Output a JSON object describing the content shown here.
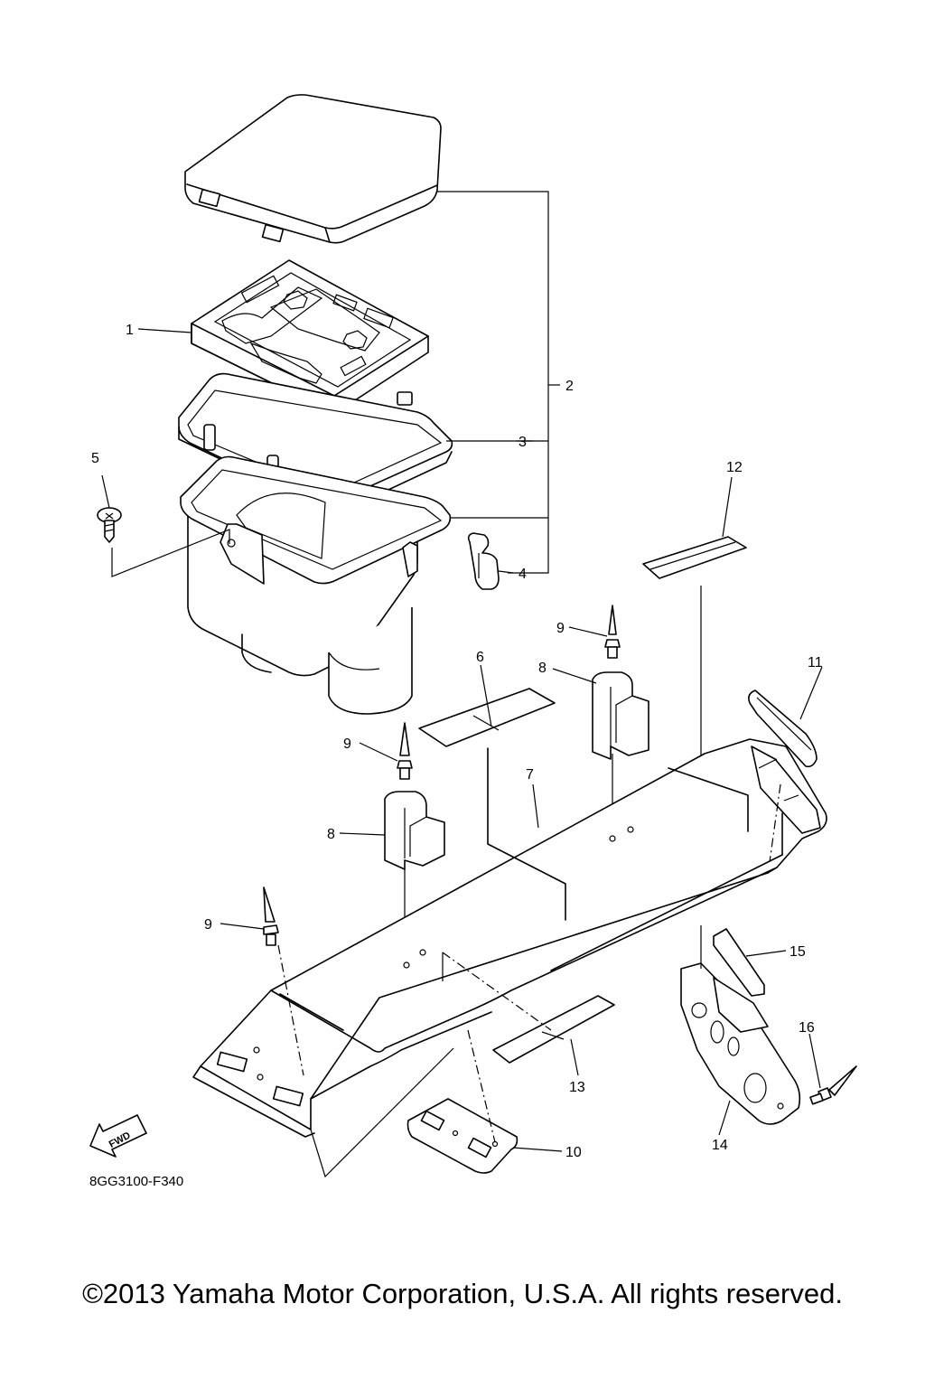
{
  "diagram": {
    "callouts": [
      {
        "id": "1",
        "label": "1"
      },
      {
        "id": "2",
        "label": "2"
      },
      {
        "id": "3",
        "label": "3"
      },
      {
        "id": "4",
        "label": "4"
      },
      {
        "id": "5",
        "label": "5"
      },
      {
        "id": "6",
        "label": "6"
      },
      {
        "id": "7",
        "label": "7"
      },
      {
        "id": "8a",
        "label": "8"
      },
      {
        "id": "8b",
        "label": "8"
      },
      {
        "id": "9a",
        "label": "9"
      },
      {
        "id": "9b",
        "label": "9"
      },
      {
        "id": "9c",
        "label": "9"
      },
      {
        "id": "10",
        "label": "10"
      },
      {
        "id": "11",
        "label": "11"
      },
      {
        "id": "12",
        "label": "12"
      },
      {
        "id": "13",
        "label": "13"
      },
      {
        "id": "14",
        "label": "14"
      },
      {
        "id": "15",
        "label": "15"
      },
      {
        "id": "16",
        "label": "16"
      }
    ],
    "fwd_label": "FWD",
    "diagram_code": "8GG3100-F340"
  },
  "footer": {
    "copyright": "©2013 Yamaha Motor Corporation, U.S.A. All rights reserved."
  }
}
